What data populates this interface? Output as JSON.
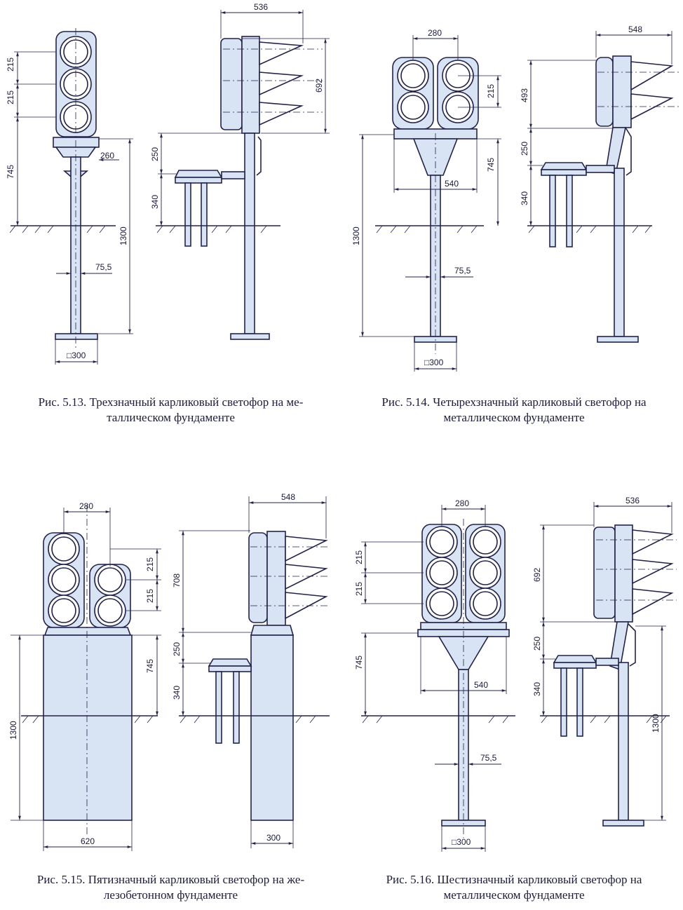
{
  "figures": [
    {
      "caption_line1": "Рис. 5.13. Трехзначный карликовый светофор на ме-",
      "caption_line2": "таллическом фундаменте",
      "dims": {
        "d215a": "215",
        "d215b": "215",
        "d745": "745",
        "d260": "260",
        "d1300": "1300",
        "d755": "75,5",
        "d300": "□300",
        "d536": "536",
        "d692": "692",
        "d250": "250",
        "d340": "340"
      }
    },
    {
      "caption_line1": "Рис. 5.14. Четырехзначный карликовый светофор на",
      "caption_line2": "металлическом фундаменте",
      "dims": {
        "d280": "280",
        "d215": "215",
        "d745": "745",
        "d540": "540",
        "d1300": "1300",
        "d755": "75,5",
        "d300": "□300",
        "d548": "548",
        "d493": "493",
        "d250": "250",
        "d340": "340"
      }
    },
    {
      "caption_line1": "Рис. 5.15. Пятизначный карликовый светофор на же-",
      "caption_line2": "лезобетонном фундаменте",
      "dims": {
        "d280": "280",
        "d215a": "215",
        "d215b": "215",
        "d745": "745",
        "d1300": "1300",
        "d620": "620",
        "d548": "548",
        "d708": "708",
        "d250": "250",
        "d340": "340",
        "d300": "300"
      }
    },
    {
      "caption_line1": "Рис. 5.16. Шестизначный карликовый светофор на",
      "caption_line2": "металлическом фундаменте",
      "dims": {
        "d280": "280",
        "d215a": "215",
        "d215b": "215",
        "d745": "745",
        "d540": "540",
        "d755": "75,5",
        "d300": "□300",
        "d536": "536",
        "d692": "692",
        "d250": "250",
        "d340": "340",
        "d1300": "1300"
      }
    }
  ],
  "colors": {
    "line": "#23234a",
    "fill": "#d8e3f3",
    "text": "#1c1c3a"
  }
}
